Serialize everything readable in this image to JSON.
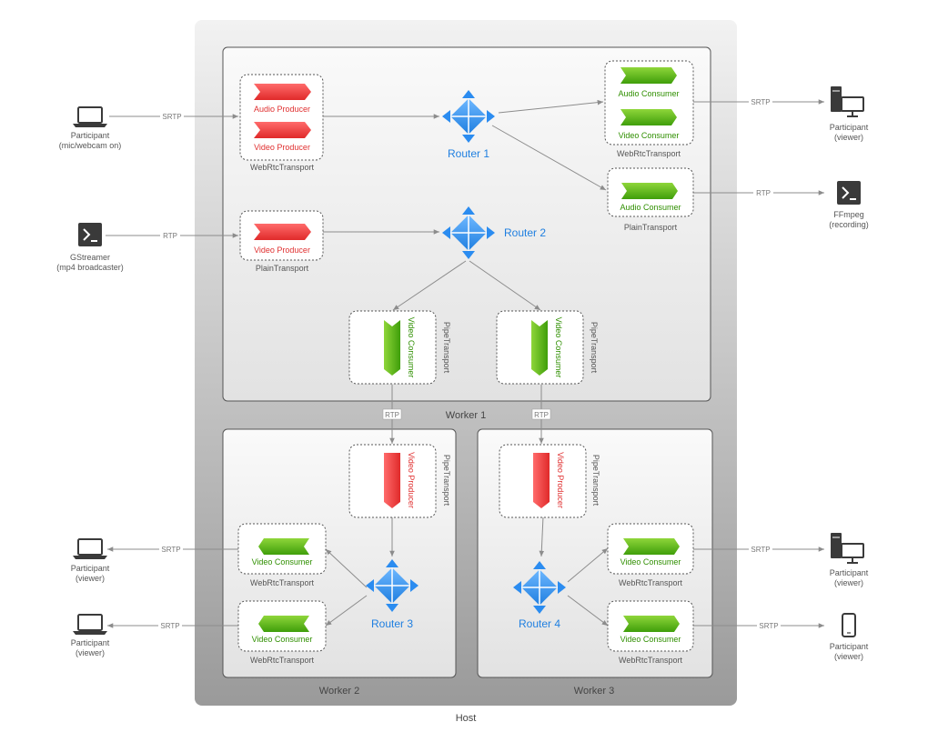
{
  "host": {
    "label": "Host"
  },
  "workers": {
    "w1": "Worker 1",
    "w2": "Worker 2",
    "w3": "Worker 3"
  },
  "routers": {
    "r1": "Router 1",
    "r2": "Router 2",
    "r3": "Router 3",
    "r4": "Router 4"
  },
  "transports": {
    "webrtc": "WebRtcTransport",
    "plain": "PlainTransport",
    "pipe": "PipeTransport"
  },
  "media": {
    "audio_producer": "Audio Producer",
    "video_producer": "Video Producer",
    "audio_consumer": "Audio Consumer",
    "video_consumer": "Video Consumer"
  },
  "protocols": {
    "srtp": "SRTP",
    "rtp": "RTP"
  },
  "endpoints": {
    "participant": "Participant",
    "mic_webcam": "(mic/webcam on)",
    "viewer": "(viewer)",
    "gstreamer": "GStreamer",
    "mp4_broadcaster": "(mp4 broadcaster)",
    "ffmpeg": "FFmpeg",
    "recording": "(recording)"
  },
  "colors": {
    "producer": "#e03030",
    "consumer": "#2f8f00",
    "router": "#1f7fe0"
  },
  "icons": {
    "laptop": "laptop-icon",
    "terminal": "terminal-icon",
    "desktop": "desktop-computer-icon",
    "phone": "smartphone-icon"
  }
}
